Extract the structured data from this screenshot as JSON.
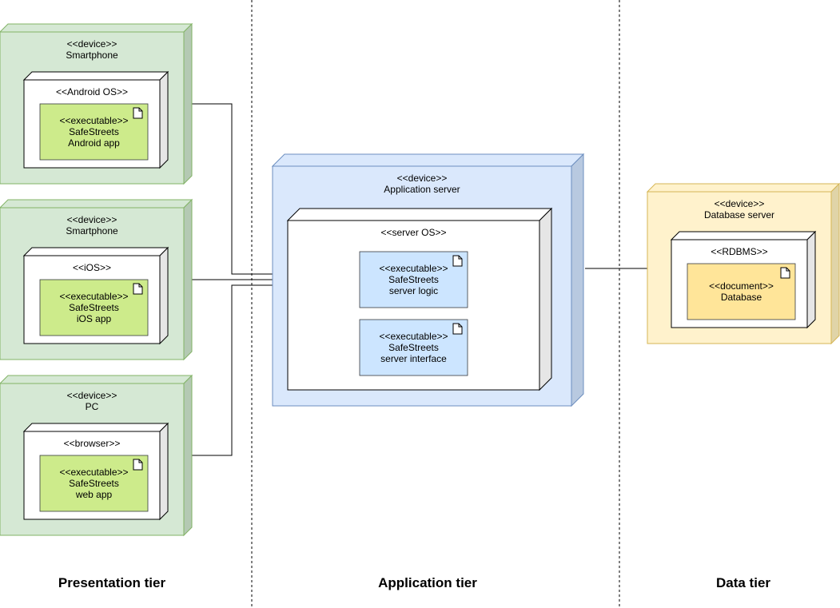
{
  "colors": {
    "device_green": "#d5e8d4",
    "device_green_border": "#82b366",
    "device_blue": "#dae8fc",
    "device_blue_border": "#6c8ebf",
    "device_yellow": "#fff2cc",
    "device_yellow_border": "#d6b656",
    "artifact_green": "#cdeb8b",
    "artifact_blue": "#cce5ff",
    "artifact_yellow": "#ffe599"
  },
  "tiers": {
    "presentation": "Presentation tier",
    "application": "Application tier",
    "data": "Data tier"
  },
  "presentation": {
    "smartphone_android": {
      "device_stereotype": "<<device>>",
      "device_name": "Smartphone",
      "env_stereotype": "<<Android OS>>",
      "artifact_stereotype": "<<executable>>",
      "artifact_line1": "SafeStreets",
      "artifact_line2": "Android app"
    },
    "smartphone_ios": {
      "device_stereotype": "<<device>>",
      "device_name": "Smartphone",
      "env_stereotype": "<<iOS>>",
      "artifact_stereotype": "<<executable>>",
      "artifact_line1": "SafeStreets",
      "artifact_line2": "iOS app"
    },
    "pc": {
      "device_stereotype": "<<device>>",
      "device_name": "PC",
      "env_stereotype": "<<browser>>",
      "artifact_stereotype": "<<executable>>",
      "artifact_line1": "SafeStreets",
      "artifact_line2": "web app"
    }
  },
  "application": {
    "device_stereotype": "<<device>>",
    "device_name": "Application server",
    "env_stereotype": "<<server OS>>",
    "logic": {
      "stereotype": "<<executable>>",
      "line1": "SafeStreets",
      "line2": "server logic"
    },
    "interface": {
      "stereotype": "<<executable>>",
      "line1": "SafeStreets",
      "line2": "server interface"
    }
  },
  "data_tier": {
    "device_stereotype": "<<device>>",
    "device_name": "Database server",
    "env_stereotype": "<<RDBMS>>",
    "artifact_stereotype": "<<document>>",
    "artifact_name": "Database"
  }
}
